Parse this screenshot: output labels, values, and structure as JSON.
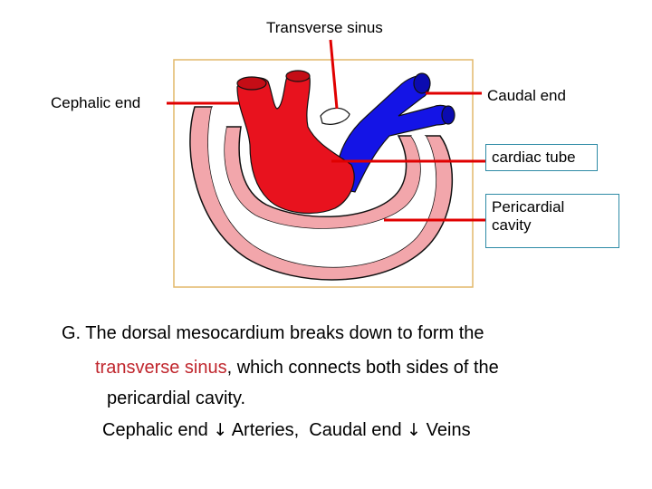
{
  "labels": {
    "transverse_sinus": "Transverse sinus",
    "cephalic_end": "Cephalic end",
    "caudal_end": "Caudal end",
    "cardiac_tube": "cardiac tube",
    "pericardial_cavity_line1": "Pericardial",
    "pericardial_cavity_line2": "cavity"
  },
  "caption": {
    "line1": "G. The dorsal mesocardium breaks down to form the",
    "line2_highlight": "transverse sinus",
    "line2_rest": ", which connects both sides of the",
    "line3": "pericardial cavity.",
    "line4_part1": "Cephalic end",
    "line4_part2": "Arteries,",
    "line4_part3": "Caudal end",
    "line4_part4": "Veins"
  },
  "colors": {
    "artery": "#e8121e",
    "vein": "#1414e6",
    "pericardium": "#f2a6ab",
    "pericardium_outline": "#111111",
    "leader_line": "#e00000",
    "frame": "#e2b86a",
    "highlight_text": "#c0262d",
    "box_border": "#2e8ba6"
  },
  "icons": {
    "arrow": "down-arrow-icon"
  }
}
